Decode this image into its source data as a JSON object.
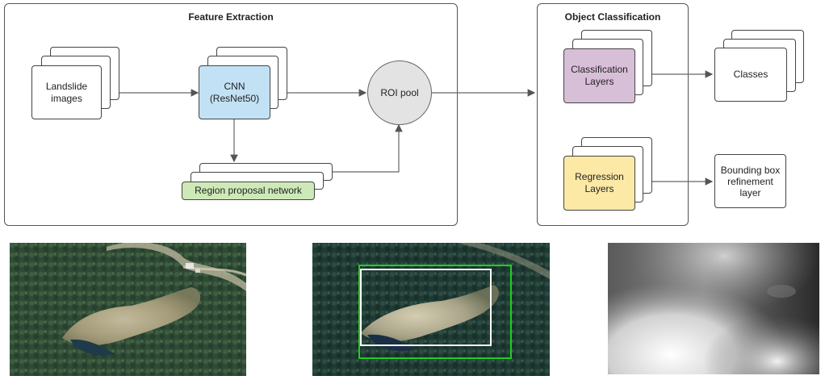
{
  "panels": {
    "feature_extraction": "Feature Extraction",
    "object_classification": "Object Classification"
  },
  "nodes": {
    "landslide_images": "Landslide\nimages",
    "cnn": "CNN\n(ResNet50)",
    "rpn": "Region proposal network",
    "roi_pool": "ROI pool",
    "classification_layers": "Classification\nLayers",
    "regression_layers": "Regression\nLayers",
    "classes": "Classes",
    "bbox_refinement": "Bounding box\nrefinement\nlayer"
  },
  "images": [
    {
      "name": "satellite-photo",
      "description_color": "#3d5a3a"
    },
    {
      "name": "detection-photo",
      "box_outer_color": "#22cc22",
      "box_inner_color": "#ffffff"
    },
    {
      "name": "depth-map"
    }
  ],
  "colors": {
    "cnn": "#c2e1f5",
    "classification": "#d8bfd8",
    "regression": "#fde9a6",
    "rpn": "#cde9b8",
    "roi": "#e3e3e3"
  }
}
